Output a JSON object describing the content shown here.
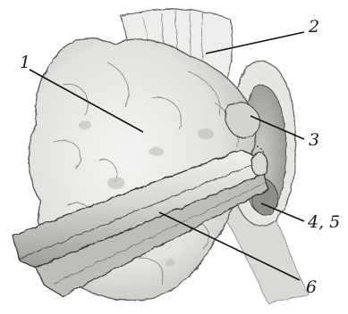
{
  "labels": {
    "l1": "1",
    "l2": "2",
    "l3": "3",
    "l45": "4, 5",
    "l6": "6"
  },
  "colors": {
    "ink": "#1a1a1a",
    "shade": "#8a8a8a",
    "paper": "#ffffff"
  }
}
